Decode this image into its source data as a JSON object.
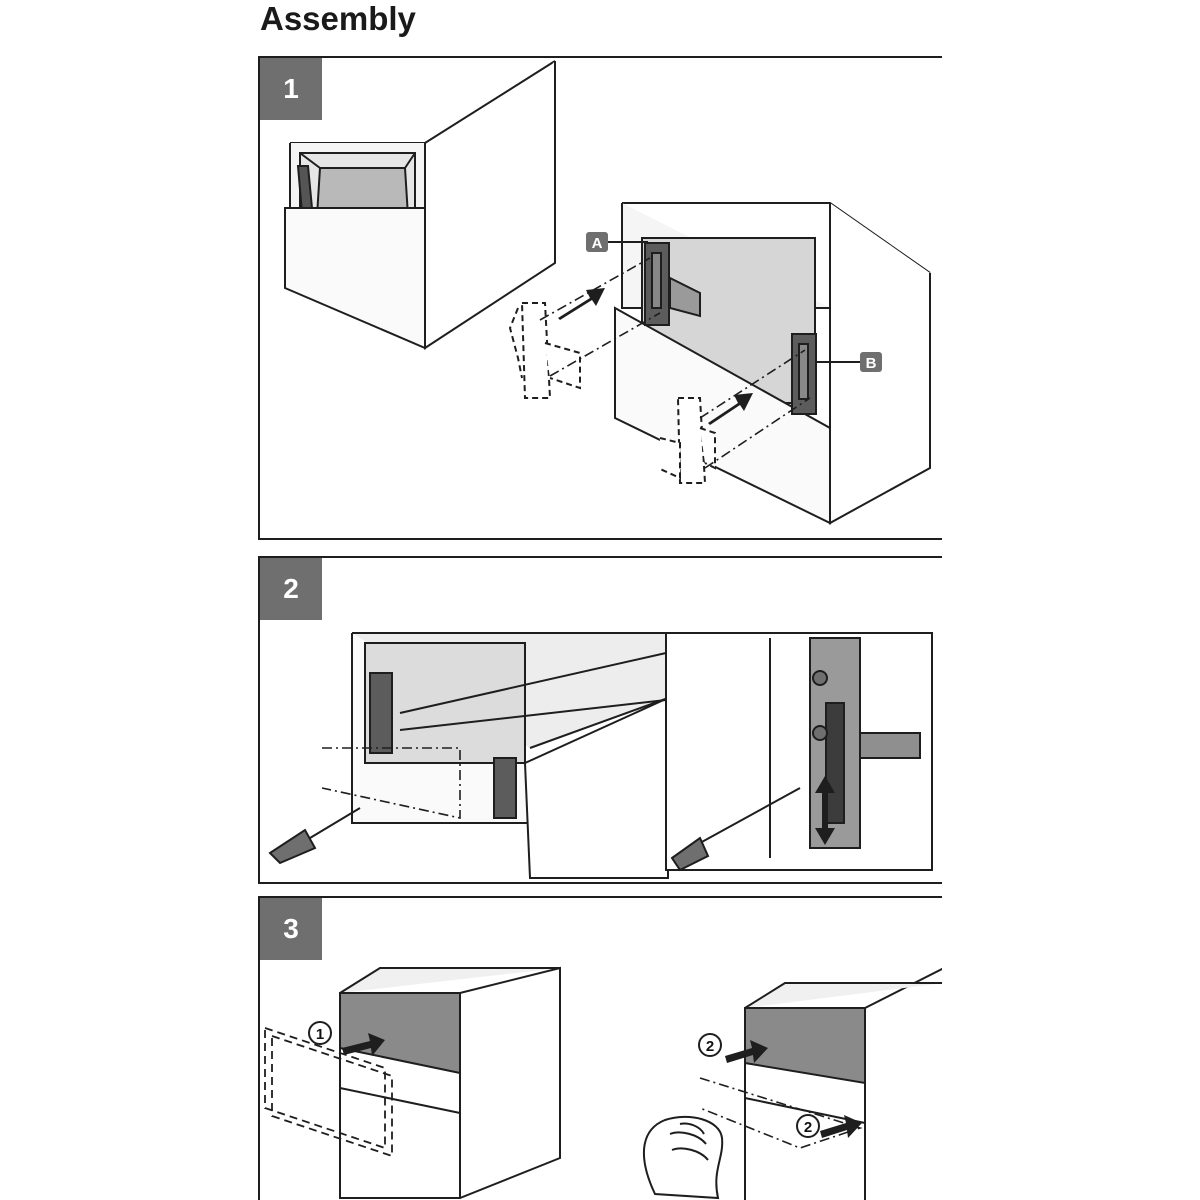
{
  "header": {
    "title": "Assembly"
  },
  "steps": [
    {
      "number": "1"
    },
    {
      "number": "2"
    },
    {
      "number": "3"
    }
  ],
  "callouts": {
    "a": "A",
    "b": "B"
  },
  "substeps": {
    "one": "1",
    "two_top": "2",
    "two_bottom": "2"
  },
  "colors": {
    "badge": "#6f6f6f",
    "outline": "#1e1e1e",
    "front_panel": "#8a8a8a",
    "shadow_gray": "#d6d6d6"
  }
}
